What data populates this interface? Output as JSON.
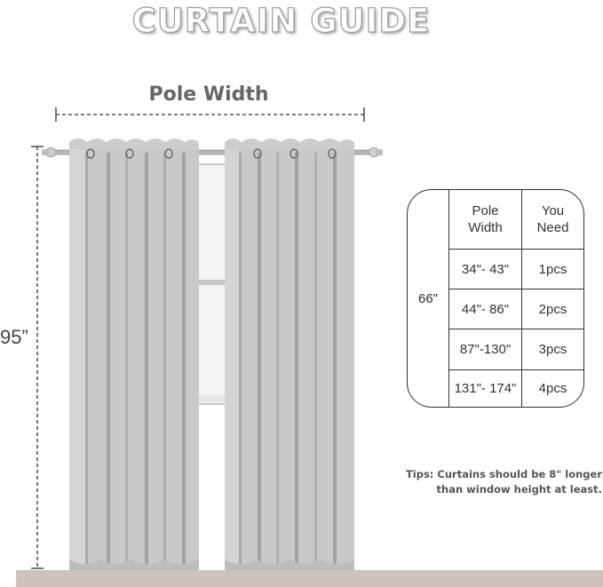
{
  "title": "CURTAIN GUIDE",
  "pole_width_label": "Pole Width",
  "height_label": "95”",
  "table": {
    "height_value": "66\"",
    "headers": [
      "Pole\nWidth",
      "You\nNeed"
    ],
    "rows": [
      {
        "width": "34\"- 43\"",
        "need": "1pcs"
      },
      {
        "width": "44\"- 86\"",
        "need": "2pcs"
      },
      {
        "width": "87\"-130\"",
        "need": "3pcs"
      },
      {
        "width": "131\"- 174\"",
        "need": "4pcs"
      }
    ]
  },
  "tips": {
    "line1": "Tips: Curtains should be 8\" longer",
    "line2": "than window height at least."
  },
  "colors": {
    "curtain": "#c9c9c9",
    "curtain_shadow": "#9a9a9a",
    "floor": "#cfc1bb",
    "dimension_line": "#555555"
  }
}
